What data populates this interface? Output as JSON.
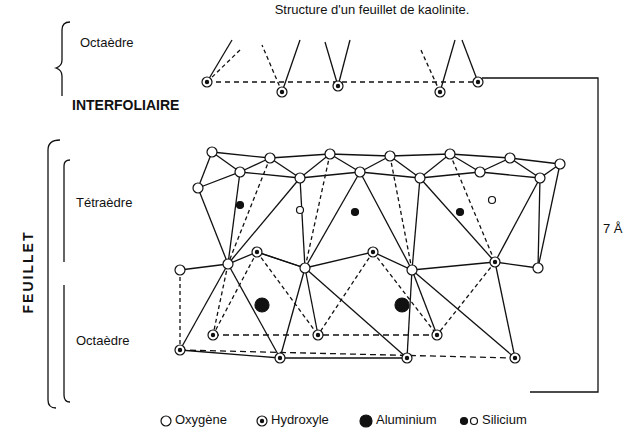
{
  "diagram": {
    "title": "Structure d'un feuillet de kaolinite.",
    "labels": [
      "Octaèdre",
      "INTERFOLIAIRE",
      "Tétraèdre",
      "FEUILLET",
      "Octaèdre",
      "7 Å"
    ],
    "legend": [
      {
        "text": "Oxygène"
      },
      {
        "text": "Hydroxyle"
      },
      {
        "text": "Aluminium"
      },
      {
        "text": "Silicium"
      }
    ]
  }
}
